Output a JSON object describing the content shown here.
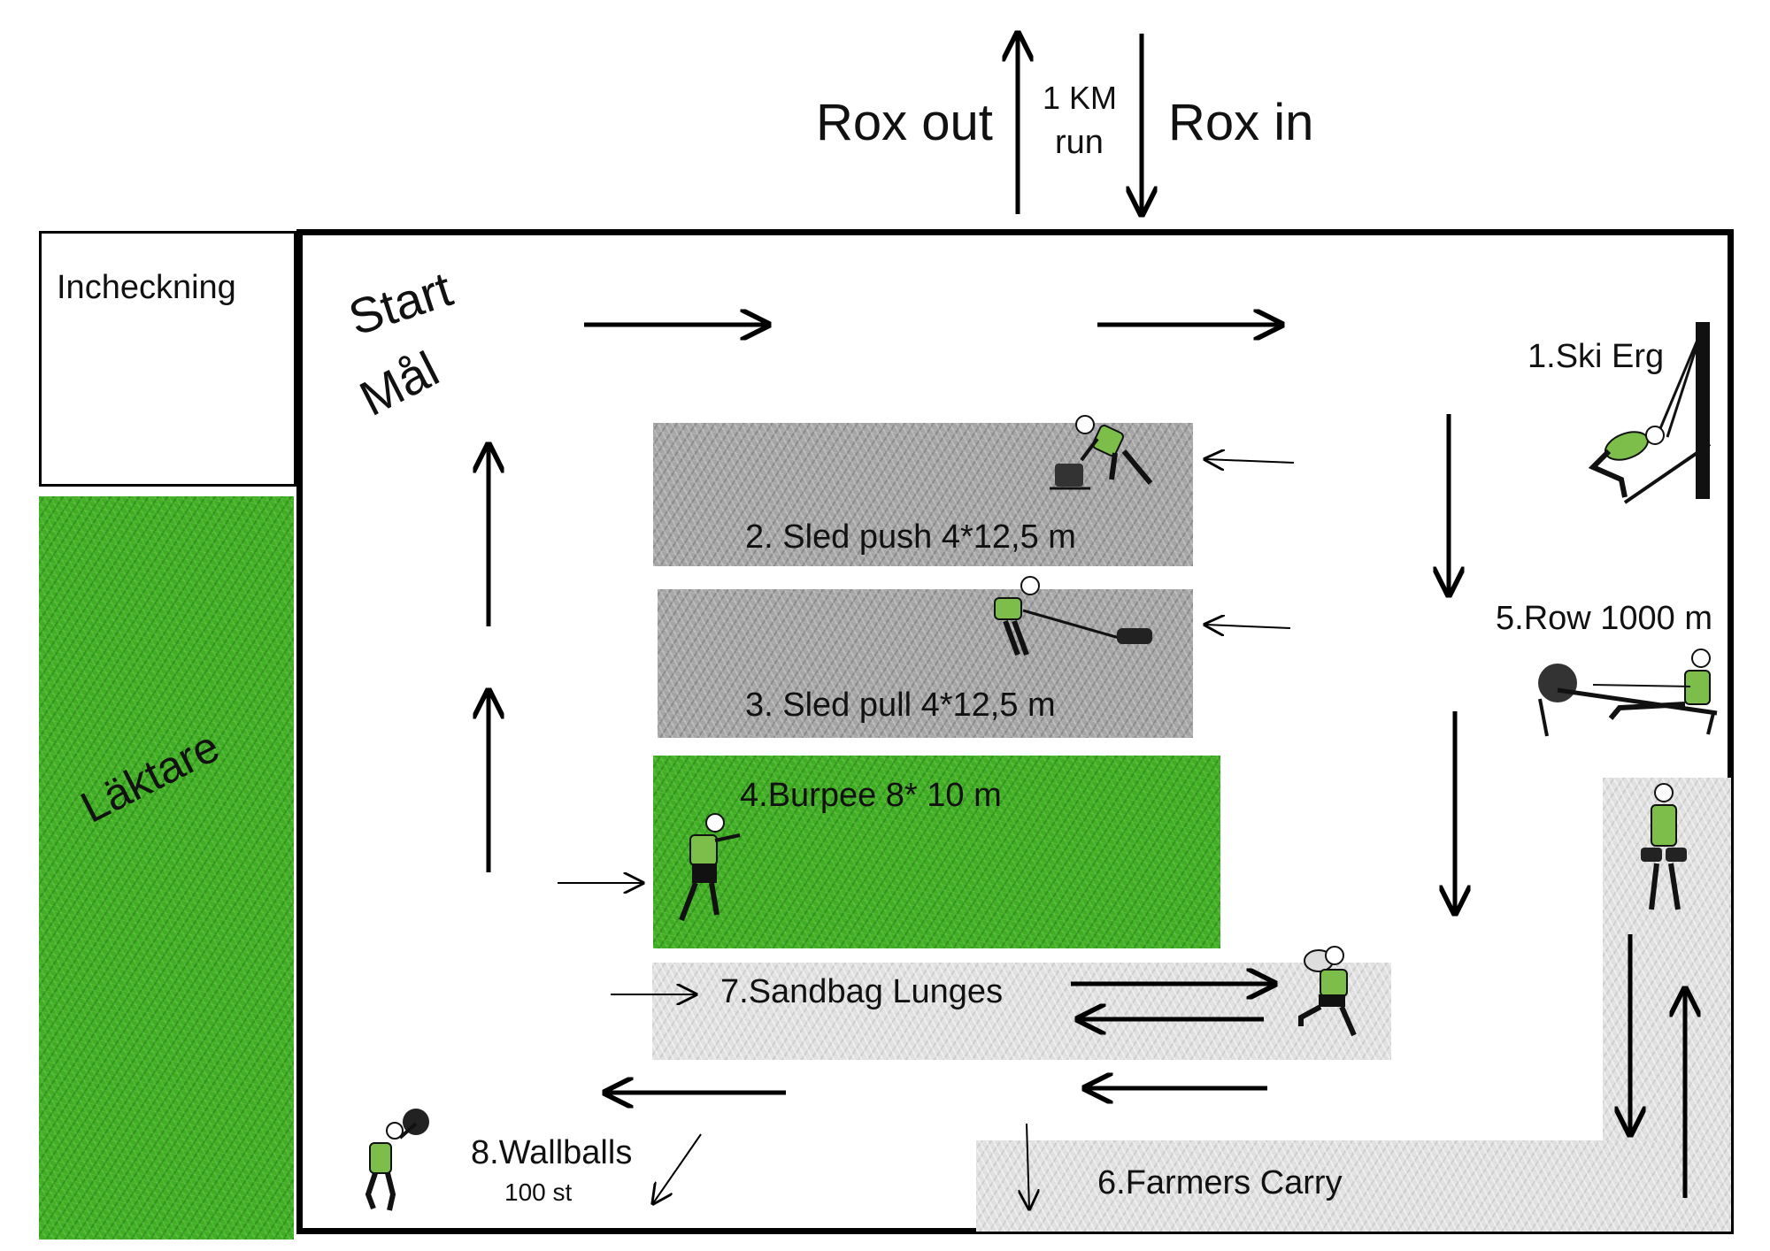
{
  "header": {
    "rox_out": "Rox out",
    "run_distance": "1 KM",
    "run_word": "run",
    "rox_in": "Rox in"
  },
  "checkin": {
    "label": "Incheckning"
  },
  "stands": {
    "label": "Läktare"
  },
  "start_finish": {
    "start": "Start",
    "finish": "Mål"
  },
  "stations": {
    "ski_erg": "1.Ski Erg",
    "sled_push": "2. Sled push 4*12,5 m",
    "sled_pull": "3. Sled pull 4*12,5 m",
    "burpee": "4.Burpee 8* 10 m",
    "row": "5.Row 1000 m",
    "farmers_carry": "6.Farmers Carry",
    "sandbag_lunges": "7.Sandbag Lunges",
    "wallballs": "8.Wallballs",
    "wallballs_reps": "100 st"
  },
  "colors": {
    "grass": "#3fae23",
    "turf_gray": "#a5a5a5",
    "turf_light": "#e2e2e2",
    "athlete_shirt": "#7dbe4a",
    "line": "#000000"
  },
  "icons": [
    "arrow-icon",
    "ski-erg-athlete-icon",
    "sled-push-athlete-icon",
    "sled-pull-athlete-icon",
    "burpee-athlete-icon",
    "row-athlete-icon",
    "farmers-carry-athlete-icon",
    "sandbag-lunge-athlete-icon",
    "wallball-athlete-icon"
  ]
}
